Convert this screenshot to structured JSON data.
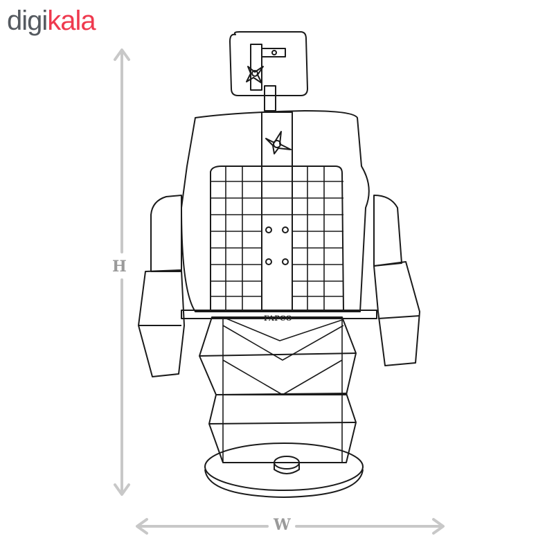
{
  "logo": {
    "part1": "digi",
    "part2": "kala",
    "color_gray": "#555a60",
    "color_red": "#ef394e"
  },
  "dimensions": {
    "height_label": "H",
    "width_label": "W",
    "line_color": "#c8c8c8"
  },
  "product": {
    "brand_text": "FAPCO"
  }
}
